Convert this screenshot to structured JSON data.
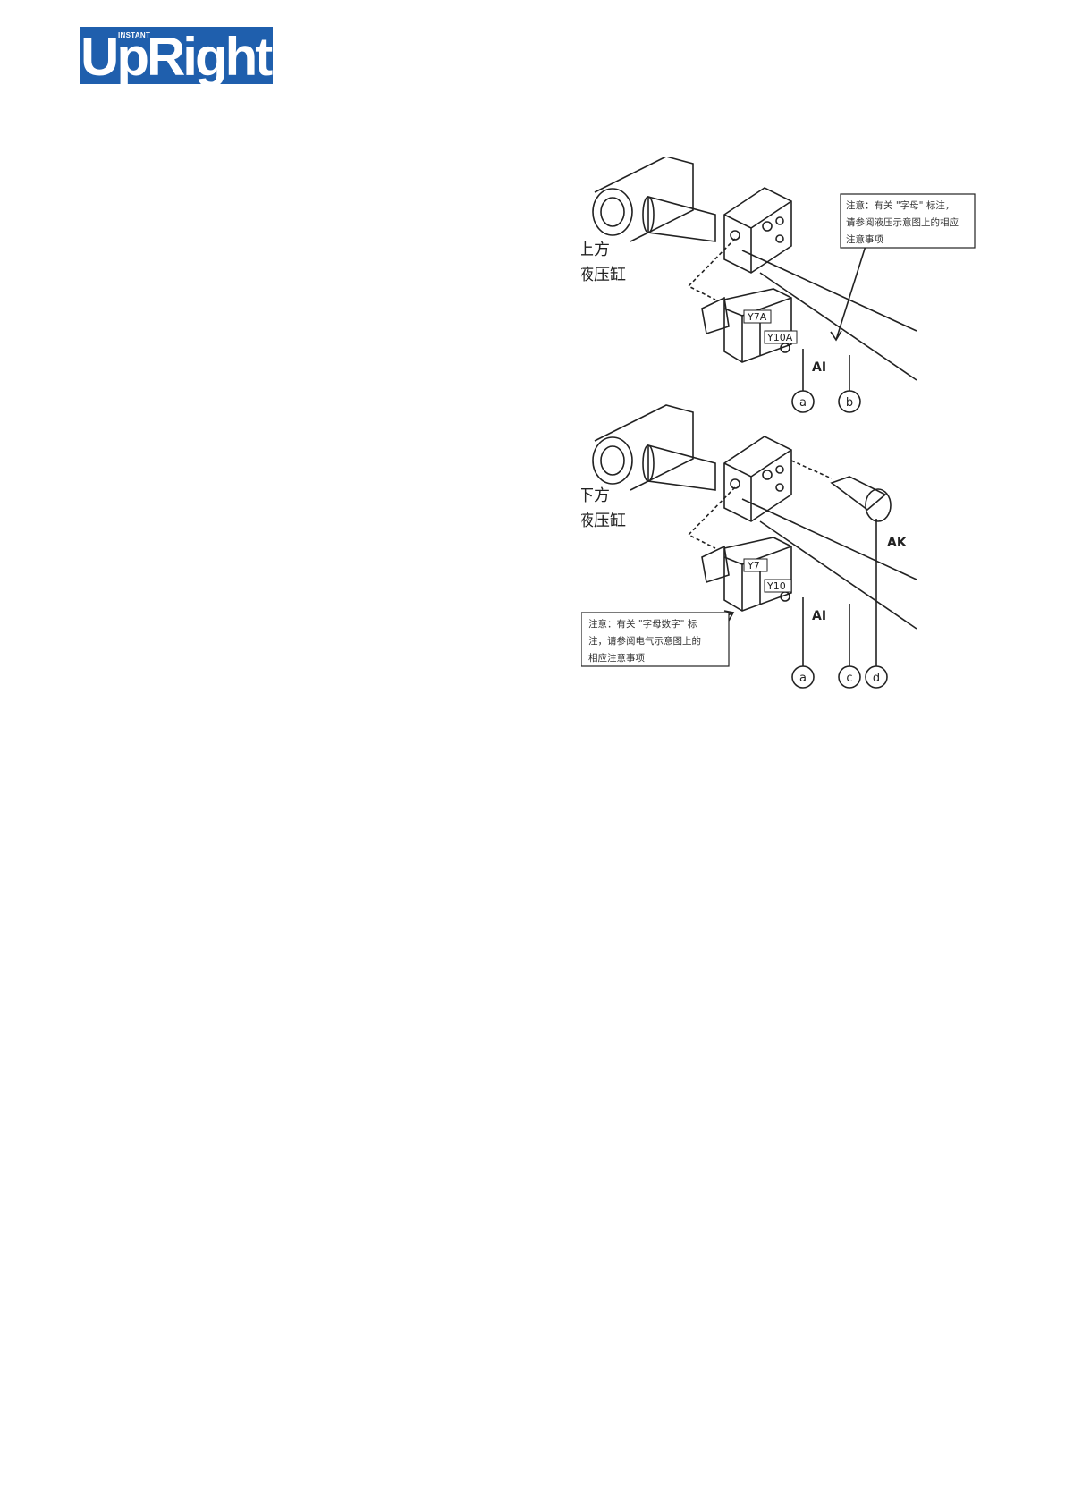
{
  "logo": {
    "superscript": "INSTANT",
    "wordmark": "UpRight",
    "color": "#1f5fad"
  },
  "upper": {
    "label_line1": "上方",
    "label_line2": "液压缸",
    "tag_a": "Y7A",
    "tag_b": "Y10A",
    "mark": "AI"
  },
  "lower": {
    "label_line1": "下方",
    "label_line2": "液压缸",
    "tag_a": "Y7",
    "tag_b": "Y10",
    "mark": "AI",
    "sensor": "AK"
  },
  "note_top": {
    "line1": "注意：有关 \"字母\" 标注，",
    "line2": "请参阅液压示意图上的相应",
    "line3": "注意事项"
  },
  "note_bottom": {
    "line1": "注意：有关 \"字母数字\" 标",
    "line2": "注，请参阅电气示意图上的",
    "line3": "相应注意事项"
  },
  "callouts": {
    "a": "a",
    "b": "b",
    "c": "c",
    "d": "d"
  }
}
